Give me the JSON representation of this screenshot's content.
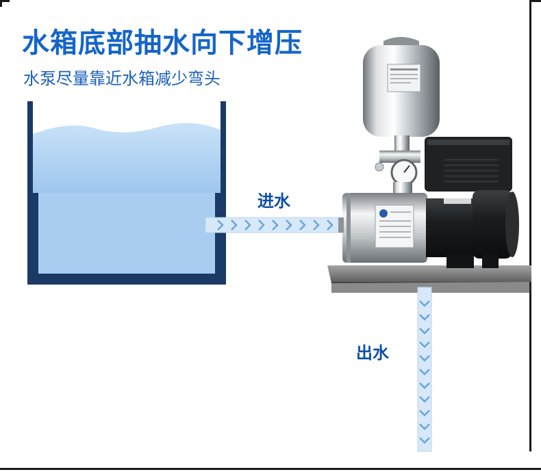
{
  "title": "水箱底部抽水向下增压",
  "subtitle": "水泵尽量靠近水箱减少弯头",
  "labels": {
    "inlet": "进水",
    "outlet": "出水"
  },
  "icons": {
    "tank": "water-tank-icon",
    "pump": "booster-pump-icon",
    "pressure_tank": "pressure-tank-icon",
    "gauge": "pressure-gauge-icon",
    "controller": "controller-box-icon",
    "motor": "motor-icon"
  },
  "colors": {
    "title": "#1565c8",
    "water": "#a9cdf0",
    "tank_wall": "#1b3a66",
    "pipe": "#cfe3f7",
    "arrow": "#6aa3dc"
  }
}
